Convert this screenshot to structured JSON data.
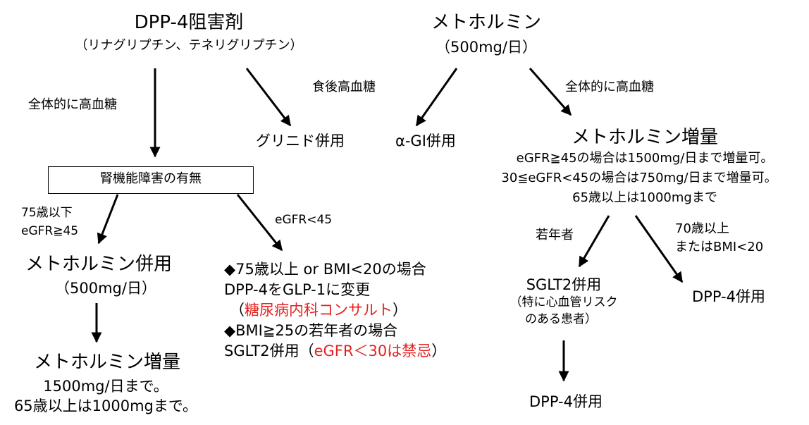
{
  "dpp4": {
    "title": "DPP-4阻害剤",
    "subtitle": "（リナグリプチン、テネリグリプチン）"
  },
  "metformin": {
    "title": "メトホルミン",
    "subtitle": "（500mg/日）"
  },
  "labels": {
    "overall_hyperglycemia_left": "全体的に高血糖",
    "postprandial_hyperglycemia": "食後高血糖",
    "overall_hyperglycemia_right": "全体的に高血糖",
    "age_egfr_1": "75歳以下",
    "age_egfr_2": "eGFR≧45",
    "egfr_lt45": "eGFR<45",
    "young": "若年者",
    "elderly_1": "70歳以上",
    "elderly_2": "またはBMI<20"
  },
  "nodes": {
    "glinide": "グリニド併用",
    "agi": "α-GI併用",
    "renal_box": "腎機能障害の有無",
    "metformin_combo": "メトホルミン併用",
    "metformin_combo_dose": "（500mg/日）",
    "metformin_increase_left": "メトホルミン増量",
    "metformin_increase_left_l1": "1500mg/日まで。",
    "metformin_increase_left_l2": "65歳以上は1000mgまで。",
    "metformin_increase_right": "メトホルミン増量",
    "metformin_increase_right_l1": "eGFR≧45の場合は1500mg/日まで増量可。",
    "metformin_increase_right_l2": "30≦eGFR<45の場合は750mg/日まで増量可。",
    "metformin_increase_right_l3": "65歳以上は1000mgまで",
    "sglt2": "SGLT2併用",
    "sglt2_note_1": "（特に心血管リスク",
    "sglt2_note_2": "のある患者）",
    "dpp4_combo_right": "DPP-4併用",
    "dpp4_combo_bottom": "DPP-4併用"
  },
  "renal_detail": {
    "l1": "◆75歳以上 or BMI<20の場合",
    "l2": "DPP-4をGLP-1に変更",
    "l3_red": "糖尿病内科コンサルト",
    "l3_open": "（",
    "l3_close": "）",
    "l4": "◆BMI≧25の若年者の場合",
    "l5_black": "SGLT2併用（",
    "l5_red": "eGFR＜30は禁忌",
    "l5_close": "）"
  },
  "colors": {
    "text": "#000000",
    "warning": "#e52222"
  }
}
